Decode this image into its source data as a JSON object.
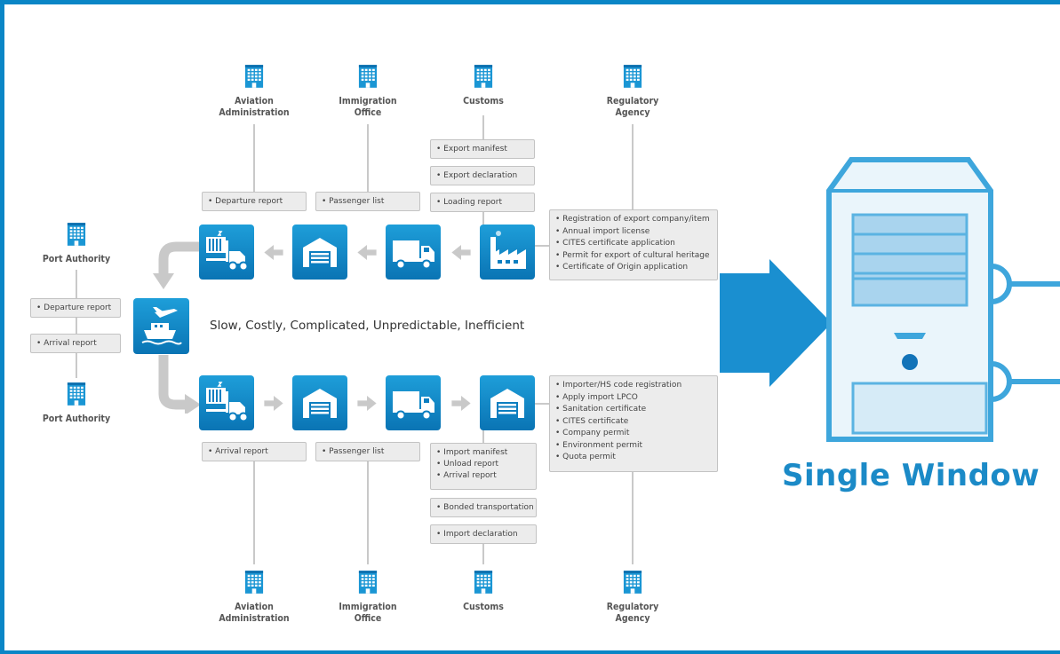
{
  "colors": {
    "frame": "#0a86c6",
    "accent": "#1b8ac7",
    "icon_blue": "#1e9ed9",
    "box_bg": "#ececec",
    "line": "#c9c9c9"
  },
  "top": {
    "entities": {
      "aviation": "Aviation\nAdministration",
      "immigration": "Immigration\nOffice",
      "customs": "Customs",
      "regulatory": "Regulatory\nAgency"
    },
    "departure_report": "Departure report",
    "passenger_list": "Passenger list",
    "export_manifest": "Export manifest",
    "export_declaration": "Export declaration",
    "loading_report": "Loading report",
    "regulatory_items": [
      "Registration of export company/item",
      "Annual import license",
      "CITES certificate application",
      "Permit for export of cultural heritage",
      "Certificate of Origin application"
    ]
  },
  "port": {
    "top_label": "Port Authority",
    "bottom_label": "Port Authority",
    "departure_report": "Departure report",
    "arrival_report": "Arrival report"
  },
  "tagline": "Slow, Costly, Complicated, Unpredictable, Inefficient",
  "bottom": {
    "entities": {
      "aviation": "Aviation\nAdministration",
      "immigration": "Immigration\nOffice",
      "customs": "Customs",
      "regulatory": "Regulatory\nAgency"
    },
    "arrival_report": "Arrival report",
    "passenger_list": "Passenger list",
    "import_items": [
      "Import manifest",
      "Unload report",
      "Arrival report"
    ],
    "bonded_transportation": "Bonded transportation",
    "import_declaration": "Import declaration",
    "regulatory_items": [
      "Importer/HS code registration",
      "Apply import LPCO",
      "Sanitation certificate",
      "CITES certificate",
      "Company permit",
      "Environment permit",
      "Quota permit"
    ]
  },
  "icons": {
    "building": "building-icon",
    "forklift": "forklift-container-icon",
    "warehouse": "warehouse-icon",
    "truck": "truck-icon",
    "factory": "factory-icon",
    "ship_plane": "ship-plane-icon",
    "server": "server-tower-icon",
    "arrow": "right-arrow-icon"
  },
  "single_window": {
    "title": "Single Window"
  }
}
